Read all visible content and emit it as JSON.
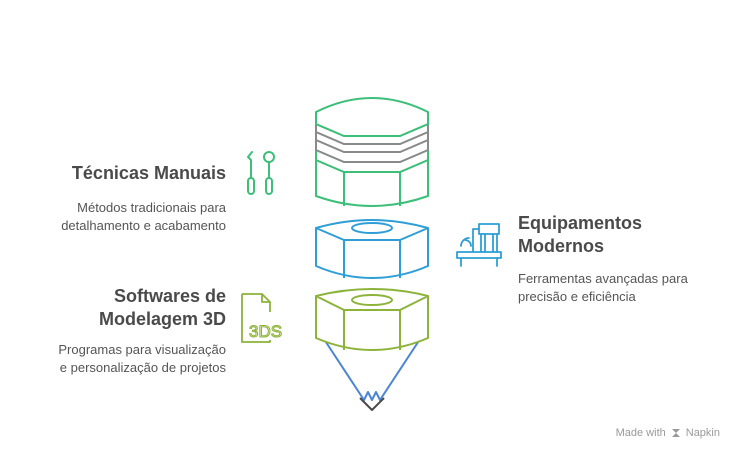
{
  "items": [
    {
      "title_line1": "Técnicas Manuais",
      "desc_line1": "Métodos tradicionais para",
      "desc_line2": "detalhamento e acabamento",
      "icon": "dental-tools-icon",
      "color": "#3dbf7a"
    },
    {
      "title_line1": "Equipamentos",
      "title_line2": "Modernos",
      "desc_line1": "Ferramentas avançadas para",
      "desc_line2": "precisão e eficiência",
      "icon": "machine-icon",
      "color": "#2f9ed6"
    },
    {
      "title_line1": "Softwares de",
      "title_line2": "Modelagem 3D",
      "desc_line1": "Programas para visualização",
      "desc_line2": "e personalização de projetos",
      "icon": "3ds-file-icon",
      "icon_text": "3DS",
      "color": "#8db33a"
    }
  ],
  "colors": {
    "green": "#3dbf7a",
    "gray": "#8a8a8a",
    "blue": "#2f9ed6",
    "olive": "#8db33a",
    "tip": "#4a86d4"
  },
  "footer": {
    "prefix": "Made with",
    "brand": "Napkin",
    "icon": "napkin-logo-icon"
  }
}
